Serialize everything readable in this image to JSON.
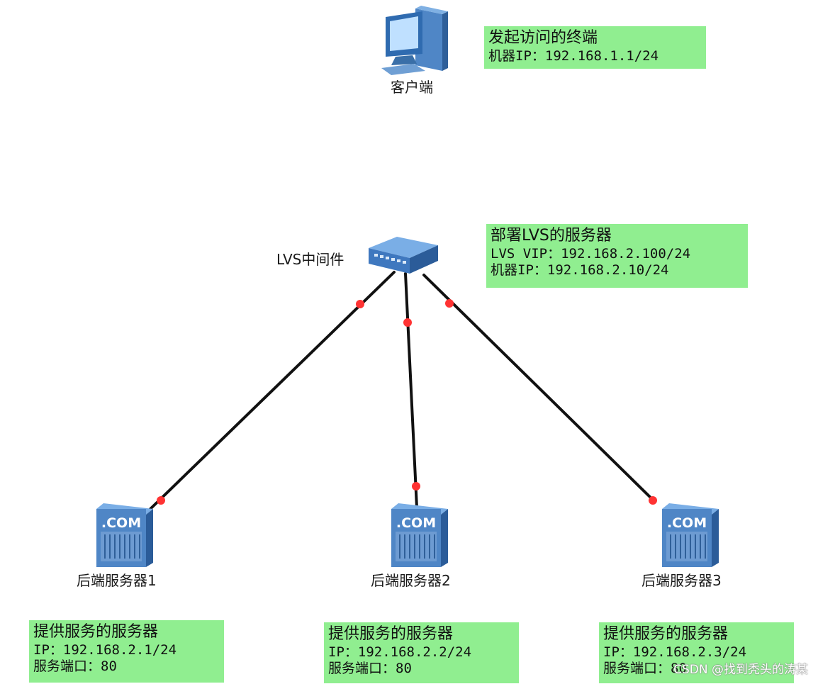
{
  "client": {
    "label": "客户端",
    "note": {
      "title": "发起访问的终端",
      "lines": [
        "机器IP：192.168.1.1/24"
      ]
    }
  },
  "lvs": {
    "label": "LVS中间件",
    "note": {
      "title": "部署LVS的服务器",
      "lines": [
        "LVS VIP：192.168.2.100/24",
        "机器IP：192.168.2.10/24"
      ]
    }
  },
  "servers": [
    {
      "label": "后端服务器1",
      "badge": ".COM",
      "note": {
        "title": "提供服务的服务器",
        "lines": [
          "IP：192.168.2.1/24",
          "服务端口：80"
        ]
      }
    },
    {
      "label": "后端服务器2",
      "badge": ".COM",
      "note": {
        "title": "提供服务的服务器",
        "lines": [
          "IP：192.168.2.2/24",
          "服务端口：80"
        ]
      }
    },
    {
      "label": "后端服务器3",
      "badge": ".COM",
      "note": {
        "title": "提供服务的服务器",
        "lines": [
          "IP：192.168.2.3/24",
          "服务端口：80"
        ]
      }
    }
  ],
  "watermark": "CSDN @找到秃头的涛某",
  "colors": {
    "note_bg": "#90ee90",
    "link": "#111111",
    "link_dot": "#ff3333",
    "device_blue": "#4a7fbf"
  }
}
